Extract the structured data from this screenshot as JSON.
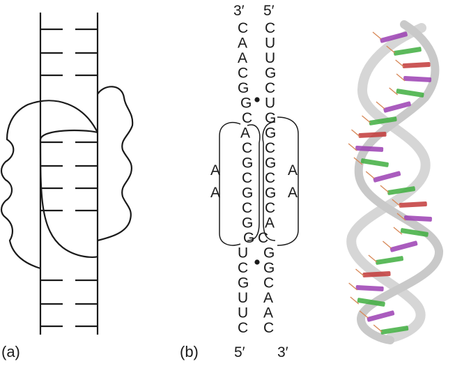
{
  "panels": {
    "a": {
      "label": "(a)"
    },
    "b": {
      "label": "(b)",
      "left_strand": {
        "top_label": "3′",
        "bottom_label": "5′",
        "bases": [
          "C",
          "A",
          "A",
          "C",
          "G",
          "G",
          "C",
          "A",
          "C",
          "G",
          "C",
          "G",
          "C",
          "G",
          "G",
          "U",
          "C",
          "G",
          "U",
          "U",
          "C"
        ]
      },
      "right_strand": {
        "top_label": "5′",
        "bottom_label": "3′",
        "bases": [
          "C",
          "U",
          "U",
          "G",
          "C",
          "U",
          "G",
          "G",
          "C",
          "G",
          "C",
          "G",
          "C",
          "A",
          "C",
          "G",
          "G",
          "C",
          "A",
          "A",
          "C"
        ]
      },
      "left_loop_bases": [
        "A",
        "A"
      ],
      "right_loop_bases": [
        "A",
        "A"
      ]
    },
    "c": {
      "description_icon": "rna-ribbon-3d-structure"
    }
  },
  "colors": {
    "ink": "#1a1a1a",
    "ribbon": "#d9d9d9",
    "purple": "#9b3fb3",
    "green": "#3fae3f",
    "red": "#c23a3a",
    "orange": "#d88a5a"
  }
}
